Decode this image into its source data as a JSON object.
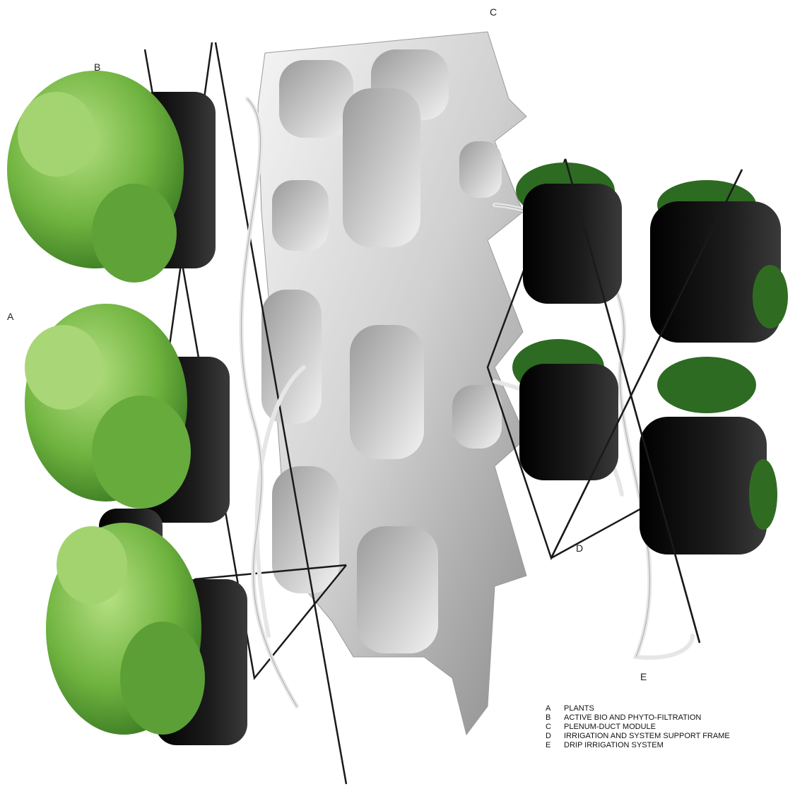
{
  "labels": {
    "a": "A",
    "b": "B",
    "c": "C",
    "d": "D",
    "e": "E"
  },
  "legend": [
    {
      "key": "A",
      "text": "PLANTS"
    },
    {
      "key": "B",
      "text": "ACTIVE BIO AND PHYTO-FILTRATION"
    },
    {
      "key": "C",
      "text": "PLENUM-DUCT MODULE"
    },
    {
      "key": "D",
      "text": "IRRIGATION AND SYSTEM SUPPORT FRAME"
    },
    {
      "key": "E",
      "text": "DRIP IRRIGATION SYSTEM"
    }
  ],
  "colors": {
    "leaf_light": "#9fd36a",
    "leaf_mid": "#6fb33f",
    "leaf_dark": "#3f7f24",
    "pot": "#0c0c0c",
    "module": "#d9d9d9",
    "frame": "#1a1a1a"
  }
}
